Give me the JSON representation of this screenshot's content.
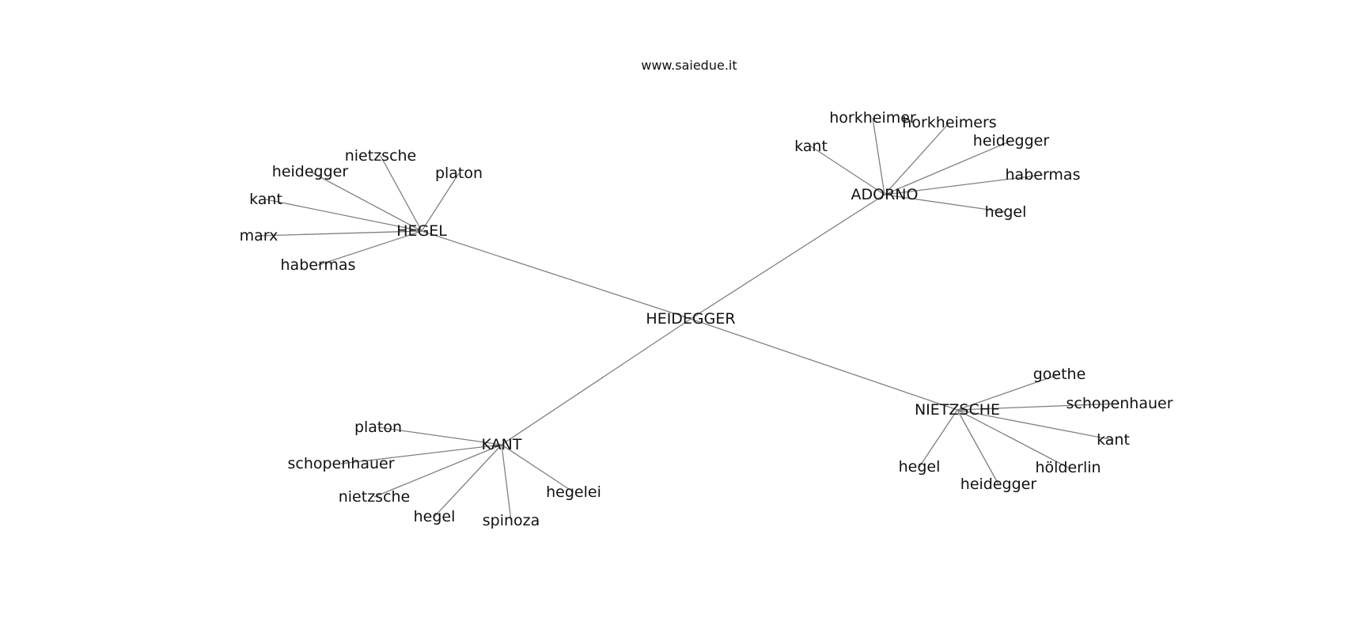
{
  "title": "www.saiedue.it",
  "graph": {
    "root": "HEIDEGGER",
    "hubs": [
      {
        "label": "HEGEL",
        "leaves": [
          "nietzsche",
          "platon",
          "heidegger",
          "kant",
          "marx",
          "habermas"
        ]
      },
      {
        "label": "ADORNO",
        "leaves": [
          "horkheimer",
          "horkheimers",
          "kant",
          "heidegger",
          "habermas",
          "hegel"
        ]
      },
      {
        "label": "KANT",
        "leaves": [
          "platon",
          "schopenhauer",
          "nietzsche",
          "hegel",
          "spinoza",
          "hegelei"
        ]
      },
      {
        "label": "NIETZSCHE",
        "leaves": [
          "goethe",
          "schopenhauer",
          "kant",
          "hölderlin",
          "heidegger",
          "hegel"
        ]
      }
    ]
  }
}
